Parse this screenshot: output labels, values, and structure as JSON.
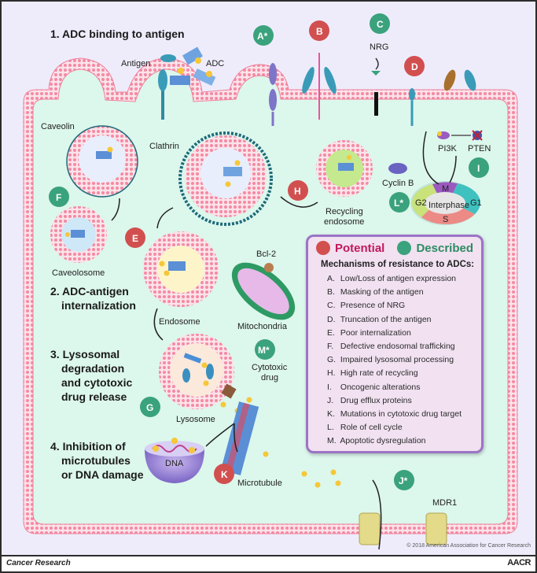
{
  "steps": {
    "step1": "1. ADC binding to antigen",
    "step2_line1": "2. ADC-antigen",
    "step2_line2": "internalization",
    "step3_line1": "3. Lysosomal",
    "step3_line2": "degradation",
    "step3_line3": "and cytotoxic",
    "step3_line4": "drug release",
    "step4_line1": "4. Inhibition of",
    "step4_line2": "microtubules",
    "step4_line3": "or DNA damage"
  },
  "labels": {
    "antigen": "Antigen",
    "adc": "ADC",
    "caveolin": "Caveolin",
    "clathrin": "Clathrin",
    "nrg": "NRG",
    "pi3k": "PI3K",
    "pten": "PTEN",
    "cyclin_b": "Cyclin B",
    "recycling_endosome_1": "Recycling",
    "recycling_endosome_2": "endosome",
    "caveolosome": "Caveolosome",
    "endosome": "Endosome",
    "bcl2": "Bcl-2",
    "mitochondria": "Mitochondria",
    "cytotoxic_drug_1": "Cytotoxic",
    "cytotoxic_drug_2": "drug",
    "lysosome": "Lysosome",
    "dna": "DNA",
    "microtubule": "Microtubule",
    "mdr1": "MDR1",
    "cell_cycle": {
      "m": "M",
      "g1": "G1",
      "s": "S",
      "g2": "G2",
      "interphase": "Interphase"
    }
  },
  "badges": [
    {
      "id": "A",
      "label": "A*",
      "type": "described"
    },
    {
      "id": "B",
      "label": "B",
      "type": "potential"
    },
    {
      "id": "C",
      "label": "C",
      "type": "described"
    },
    {
      "id": "D",
      "label": "D",
      "type": "potential"
    },
    {
      "id": "E",
      "label": "E",
      "type": "potential"
    },
    {
      "id": "F",
      "label": "F",
      "type": "described"
    },
    {
      "id": "G",
      "label": "G",
      "type": "described"
    },
    {
      "id": "H",
      "label": "H",
      "type": "potential"
    },
    {
      "id": "I",
      "label": "I",
      "type": "described"
    },
    {
      "id": "J",
      "label": "J*",
      "type": "described"
    },
    {
      "id": "K",
      "label": "K",
      "type": "potential"
    },
    {
      "id": "L",
      "label": "L*",
      "type": "described"
    },
    {
      "id": "M",
      "label": "M*",
      "type": "described"
    }
  ],
  "legend": {
    "potential": "Potential",
    "described": "Described",
    "title": "Mechanisms of resistance to ADCs:",
    "items": [
      {
        "letter": "A.",
        "text": "Low/Loss of antigen expression"
      },
      {
        "letter": "B.",
        "text": "Masking of the antigen"
      },
      {
        "letter": "C.",
        "text": "Presence of NRG"
      },
      {
        "letter": "D.",
        "text": "Truncation of the antigen"
      },
      {
        "letter": "E.",
        "text": "Poor internalization"
      },
      {
        "letter": "F.",
        "text": "Defective endosomal trafficking"
      },
      {
        "letter": "G.",
        "text": "Impaired lysosomal processing"
      },
      {
        "letter": "H.",
        "text": "High rate of recycling"
      },
      {
        "letter": "I.",
        "text": "Oncogenic alterations"
      },
      {
        "letter": "J.",
        "text": "Drug efflux proteins"
      },
      {
        "letter": "K.",
        "text": "Mutations in cytotoxic drug target"
      },
      {
        "letter": "L.",
        "text": "Role of cell cycle"
      },
      {
        "letter": "M.",
        "text": "Apoptotic dysregulation"
      }
    ]
  },
  "colors": {
    "potential": "#d24f4f",
    "described": "#3aa27c",
    "membrane": "#f07f9a",
    "cytoplasm": "#dcf7ec",
    "background": "#eeecfb",
    "legend_border": "#9b74c6"
  },
  "copyright": "© 2018 American Association for Cancer Research",
  "footer": {
    "journal": "Cancer Research",
    "publisher": "AACR"
  }
}
